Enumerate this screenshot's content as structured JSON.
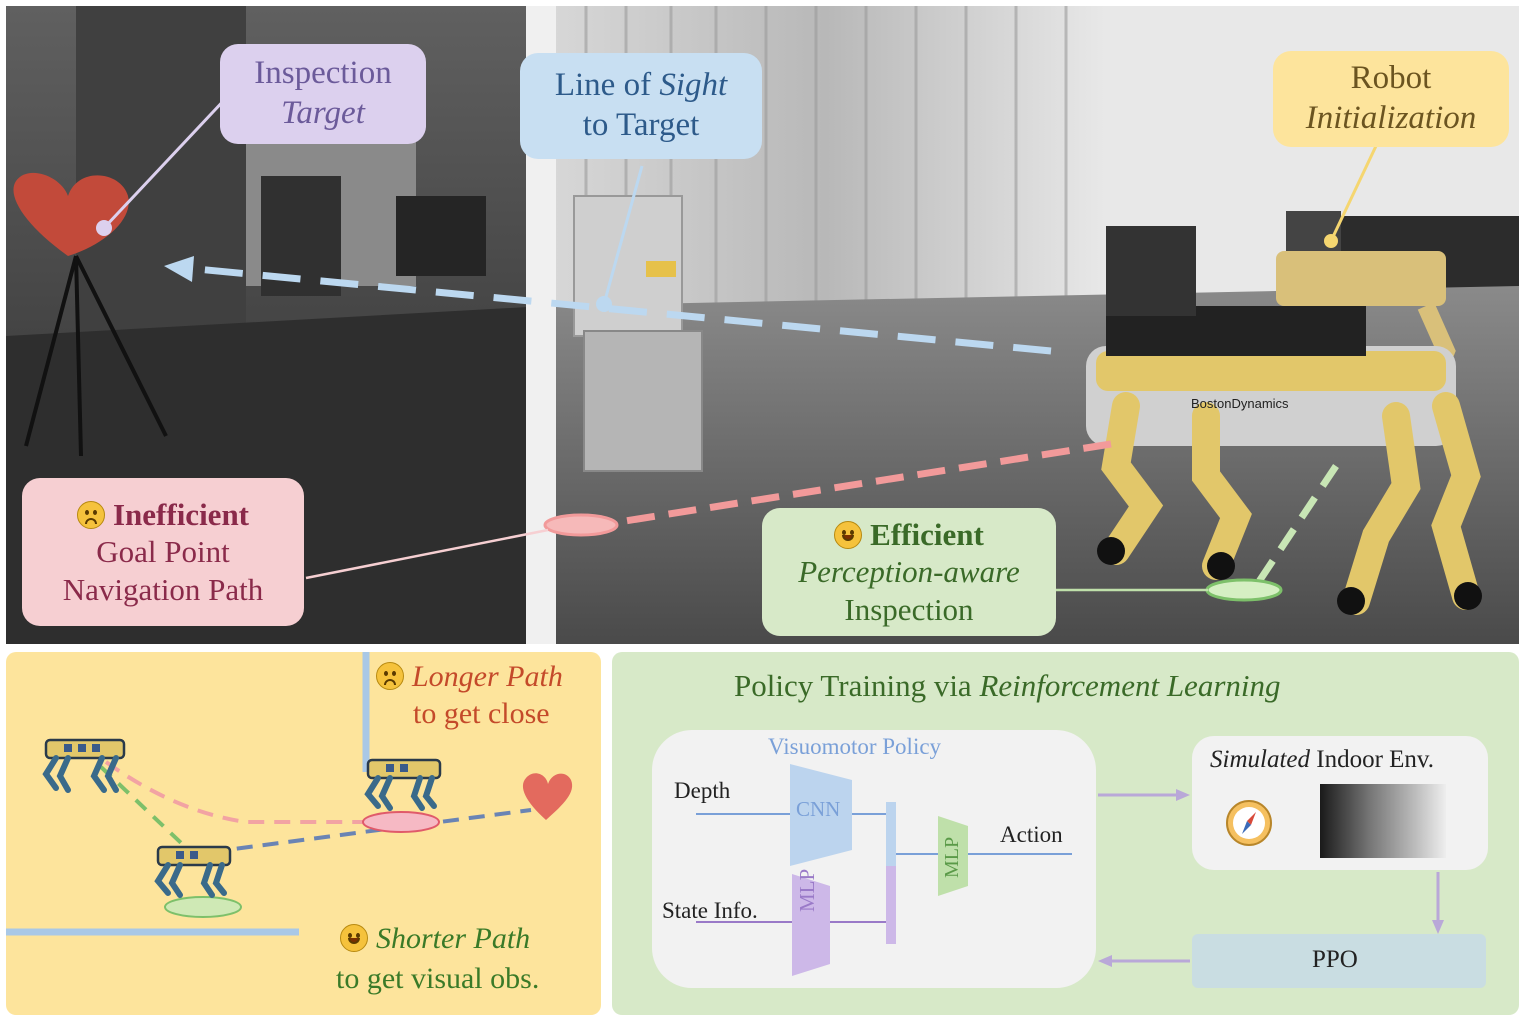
{
  "photo_labels": {
    "inspection_target": {
      "line1": "Inspection",
      "line2": "Target"
    },
    "line_of_sight": {
      "line1_a": "Line of ",
      "line1_b": "Sight",
      "line2": "to Target"
    },
    "robot_init": {
      "line1": "Robot",
      "line2": "Initialization"
    },
    "inefficient": {
      "line1": "Inefficient",
      "line2": "Goal Point",
      "line3": "Navigation Path"
    },
    "efficient": {
      "line1": "Efficient",
      "line2": "Perception-aware",
      "line3": "Inspection"
    },
    "robot_brand": "BostonDynamics"
  },
  "left_panel": {
    "longer_line1": "Longer Path",
    "longer_line2": "to get close",
    "shorter_line1": "Shorter Path",
    "shorter_line2": "to get visual obs."
  },
  "right_panel": {
    "title_a": "Policy Training via ",
    "title_b": "Reinforcement Learning",
    "policy_title": "Visuomotor Policy",
    "depth": "Depth",
    "cnn": "CNN",
    "state_info": "State Info.",
    "mlp_state": "MLP",
    "mlp_action": "MLP",
    "action": "Action",
    "env_a": "Simulated",
    "env_b": " Indoor Env.",
    "ppo": "PPO"
  },
  "colors": {
    "purple": "#dcd0ee",
    "blue": "#c8dff2",
    "yellow": "#fde49c",
    "pink": "#f6cfd2",
    "green": "#d7e9c8"
  }
}
